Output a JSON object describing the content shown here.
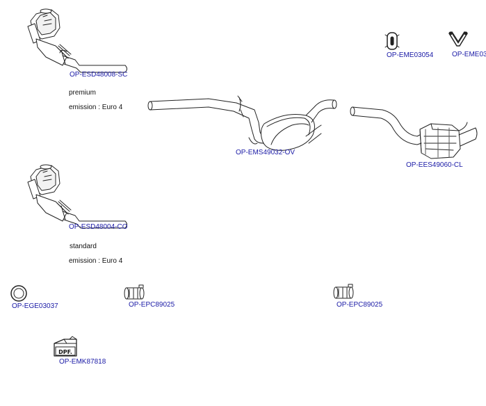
{
  "parts": [
    {
      "id": "esd-sc",
      "code": "OP-ESD48008-SC",
      "notes": [
        "premium",
        "emission : Euro 4"
      ]
    },
    {
      "id": "esd-co",
      "code": "OP-ESD48004-CO",
      "notes": [
        "standard",
        "emission : Euro 4"
      ]
    },
    {
      "id": "ems",
      "code": "OP-EMS49032-OV"
    },
    {
      "id": "ees",
      "code": "OP-EES49060-CL"
    },
    {
      "id": "eme-1",
      "code": "OP-EME03054"
    },
    {
      "id": "eme-2",
      "code": "OP-EME03"
    },
    {
      "id": "ege",
      "code": "OP-EGE03037"
    },
    {
      "id": "epc-1",
      "code": "OP-EPC89025"
    },
    {
      "id": "epc-2",
      "code": "OP-EPC89025"
    },
    {
      "id": "emk",
      "code": "OP-EMK87818",
      "icon_text": "DPF."
    }
  ],
  "colors": {
    "label": "#1a1aa6",
    "stroke": "#222222",
    "fill": "#ffffff"
  }
}
